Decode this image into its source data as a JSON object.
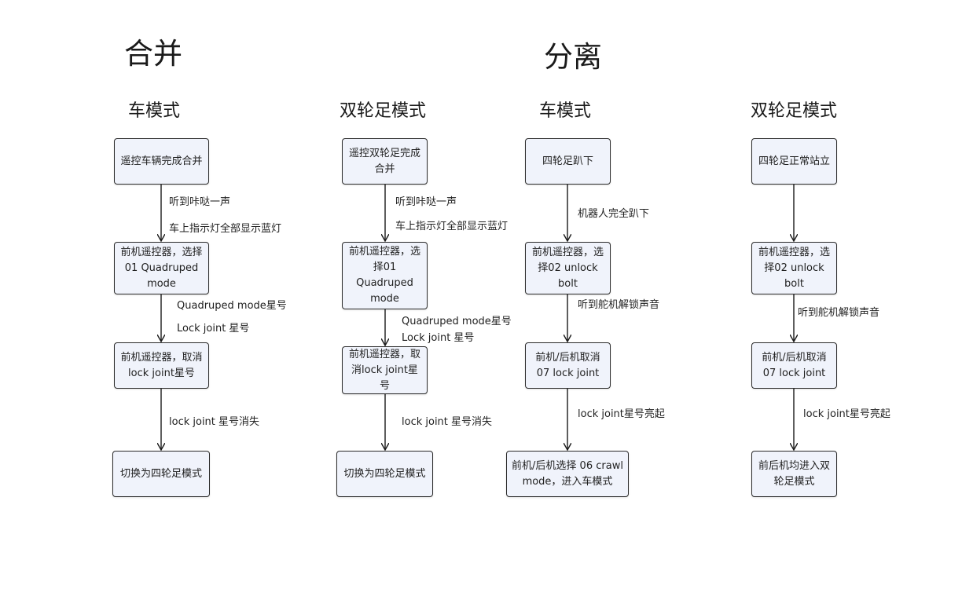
{
  "merge": {
    "title": "合并",
    "car_mode": {
      "title": "车模式",
      "nodes": [
        "遥控车辆完成合并",
        "前机遥控器，选择01  Quadruped mode",
        "前机遥控器，取消lock joint星号",
        "切换为四轮足模式"
      ],
      "edges": [
        [
          "听到咔哒一声",
          "车上指示灯全部显示蓝灯"
        ],
        [
          "Quadruped mode星号",
          "Lock joint 星号"
        ],
        [
          "lock joint 星号消失"
        ]
      ]
    },
    "biped_mode": {
      "title": "双轮足模式",
      "nodes": [
        "遥控双轮足完成合并",
        "前机遥控器，选择01 Quadruped mode",
        "前机遥控器，取消lock joint星号",
        "切换为四轮足模式"
      ],
      "edges": [
        [
          "听到咔哒一声",
          "车上指示灯全部显示蓝灯"
        ],
        [
          "Quadruped mode星号",
          "Lock joint 星号"
        ],
        [
          "lock joint 星号消失"
        ]
      ]
    }
  },
  "split": {
    "title": "分离",
    "car_mode": {
      "title": "车模式",
      "nodes": [
        "四轮足趴下",
        "前机遥控器，选择02 unlock bolt",
        "前机/后机取消07 lock joint",
        "前机/后机选择 06 crawl mode，进入车模式"
      ],
      "edges": [
        [
          "机器人完全趴下"
        ],
        [
          "听到舵机解锁声音"
        ],
        [
          "lock joint星号亮起"
        ]
      ]
    },
    "biped_mode": {
      "title": "双轮足模式",
      "nodes": [
        "四轮足正常站立",
        "前机遥控器，选择02 unlock bolt",
        "前机/后机取消07 lock joint",
        "前后机均进入双轮足模式"
      ],
      "edges": [
        [
          "听到舵机解锁声音"
        ],
        [
          "lock joint星号亮起"
        ]
      ]
    }
  }
}
